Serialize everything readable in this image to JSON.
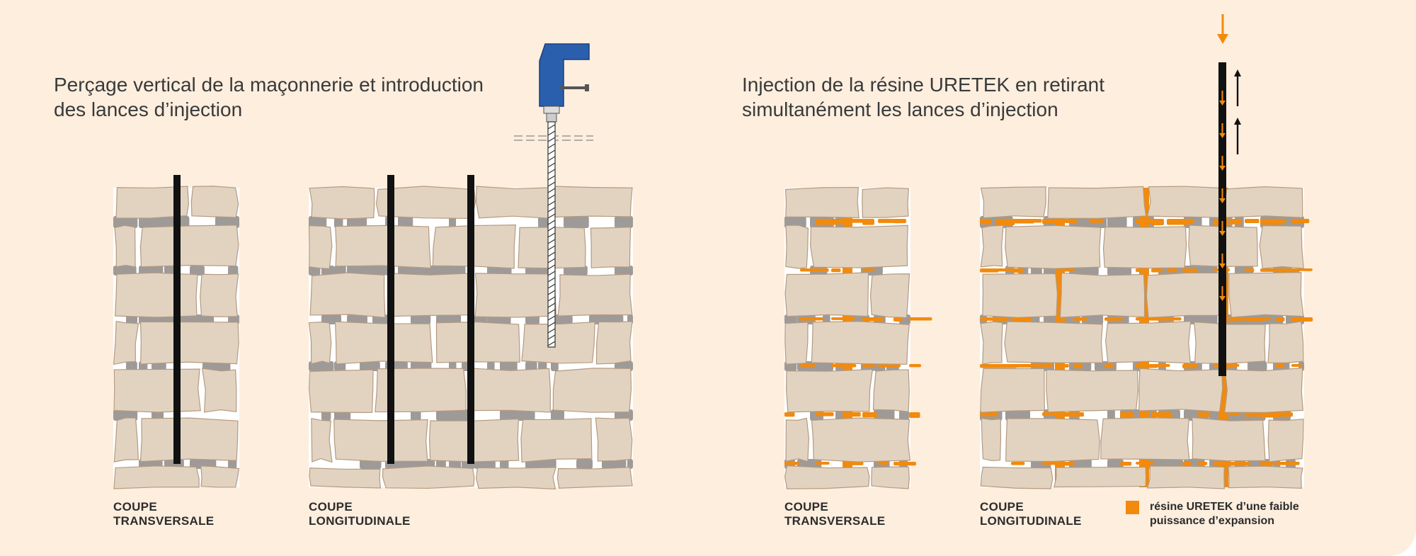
{
  "left_panel": {
    "heading_line1": "Perçage vertical de la maçonnerie et introduction",
    "heading_line2": "des lances d’injection",
    "caption_transversal_line1": "COUPE",
    "caption_transversal_line2": "TRANSVERSALE",
    "caption_longitudinal_line1": "COUPE",
    "caption_longitudinal_line2": "LONGITUDINALE"
  },
  "right_panel": {
    "heading_line1": "Injection de la résine URETEK en retirant",
    "heading_line2": "simultanément les lances d’injection",
    "caption_transversal_line1": "COUPE",
    "caption_transversal_line2": "TRANSVERSALE",
    "caption_longitudinal_line1": "COUPE",
    "caption_longitudinal_line2": "LONGITUDINALE"
  },
  "legend": {
    "line1": "résine URETEK d’une faible",
    "line2": "puissance d’expansion",
    "swatch_color": "#f28a0c"
  },
  "colors": {
    "background": "#fdeede",
    "stone": "#e2d3c1",
    "stone_outline": "#b59a80",
    "mortar": "#9e9a98",
    "resin": "#f28a0c",
    "lance": "#111111",
    "drill_body": "#2a5fad",
    "arrow_orange": "#f28a0c"
  },
  "icons": {
    "drill": "drill-icon",
    "down_arrow": "arrow-down-icon",
    "up_arrow": "arrow-up-icon"
  }
}
